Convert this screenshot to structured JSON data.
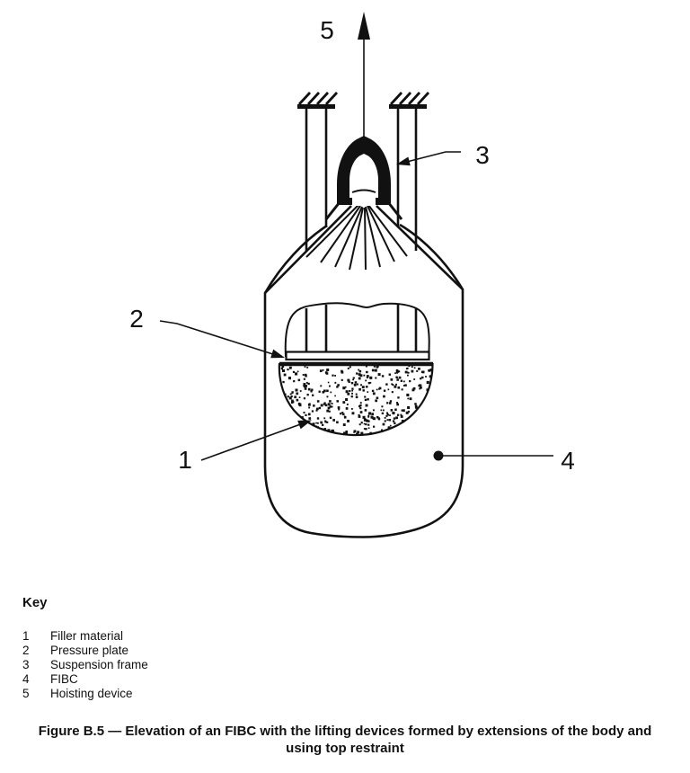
{
  "figure": {
    "callouts": {
      "c1": "1",
      "c2": "2",
      "c3": "3",
      "c4": "4",
      "c5": "5"
    }
  },
  "key": {
    "title": "Key",
    "items": [
      {
        "num": "1",
        "label": "Filler material"
      },
      {
        "num": "2",
        "label": "Pressure plate"
      },
      {
        "num": "3",
        "label": "Suspension frame"
      },
      {
        "num": "4",
        "label": "FIBC"
      },
      {
        "num": "5",
        "label": "Hoisting device"
      }
    ]
  },
  "caption": {
    "line1": "Figure B.5 — Elevation of an FIBC with the lifting devices formed by extensions of the body and",
    "line2": "using top restraint"
  },
  "colors": {
    "ink": "#111111",
    "paper": "#ffffff"
  }
}
